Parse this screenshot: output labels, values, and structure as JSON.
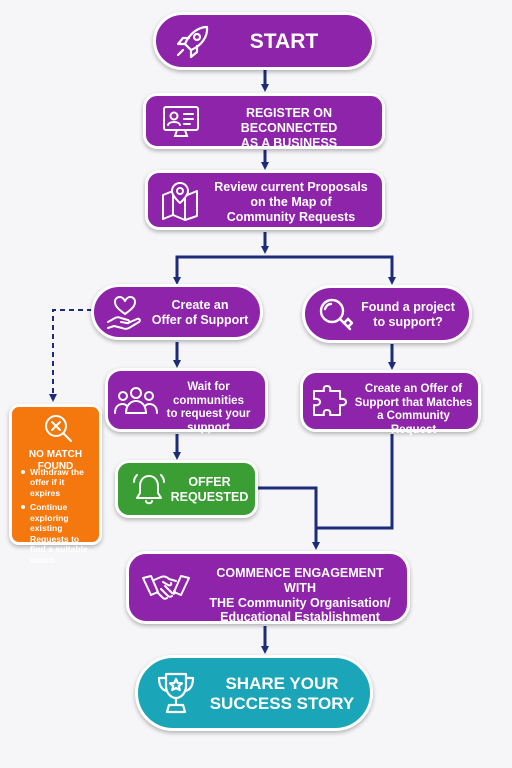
{
  "colors": {
    "purple": "#8e24aa",
    "green": "#3a9e34",
    "teal": "#1aa5b8",
    "orange": "#f4780e",
    "connector": "#1c2b7a"
  },
  "icons": {
    "start": "rocket-icon",
    "register": "id-card-monitor-icon",
    "review": "map-pin-icon",
    "create_offer": "heart-hand-icon",
    "found_project": "magnifier-icon",
    "wait": "people-group-icon",
    "create_match": "puzzle-icon",
    "offer_requested": "bell-icon",
    "no_match": "search-x-icon",
    "commence": "handshake-icon",
    "share": "trophy-icon"
  },
  "steps": {
    "start": {
      "label": "START"
    },
    "register": {
      "line1": "REGISTER ON BECONNECTED",
      "line2": "AS A BUSINESS"
    },
    "review": {
      "line1": "Review current Proposals",
      "line2": "on the Map of",
      "line3": "Community Requests"
    },
    "create_offer": {
      "line1": "Create an",
      "line2": "Offer of Support"
    },
    "found_project": {
      "line1": "Found a project",
      "line2": "to support?"
    },
    "wait": {
      "line1": "Wait for communities",
      "line2": "to request your",
      "line3": "support"
    },
    "create_match": {
      "line1": "Create an Offer of",
      "line2": "Support that Matches",
      "line3": "a Community Request"
    },
    "offer_requested": {
      "line1": "OFFER",
      "line2": "REQUESTED"
    },
    "no_match": {
      "title": "NO MATCH FOUND",
      "items": [
        "Withdraw the offer if it expires",
        "Continue exploring existing Requests to find a suitable match"
      ]
    },
    "commence": {
      "line1": "COMMENCE ENGAGEMENT WITH",
      "line2": "THE Community Organisation/",
      "line3": "Educational Establishment"
    },
    "share": {
      "line1": "SHARE YOUR",
      "line2": "SUCCESS STORY"
    }
  }
}
